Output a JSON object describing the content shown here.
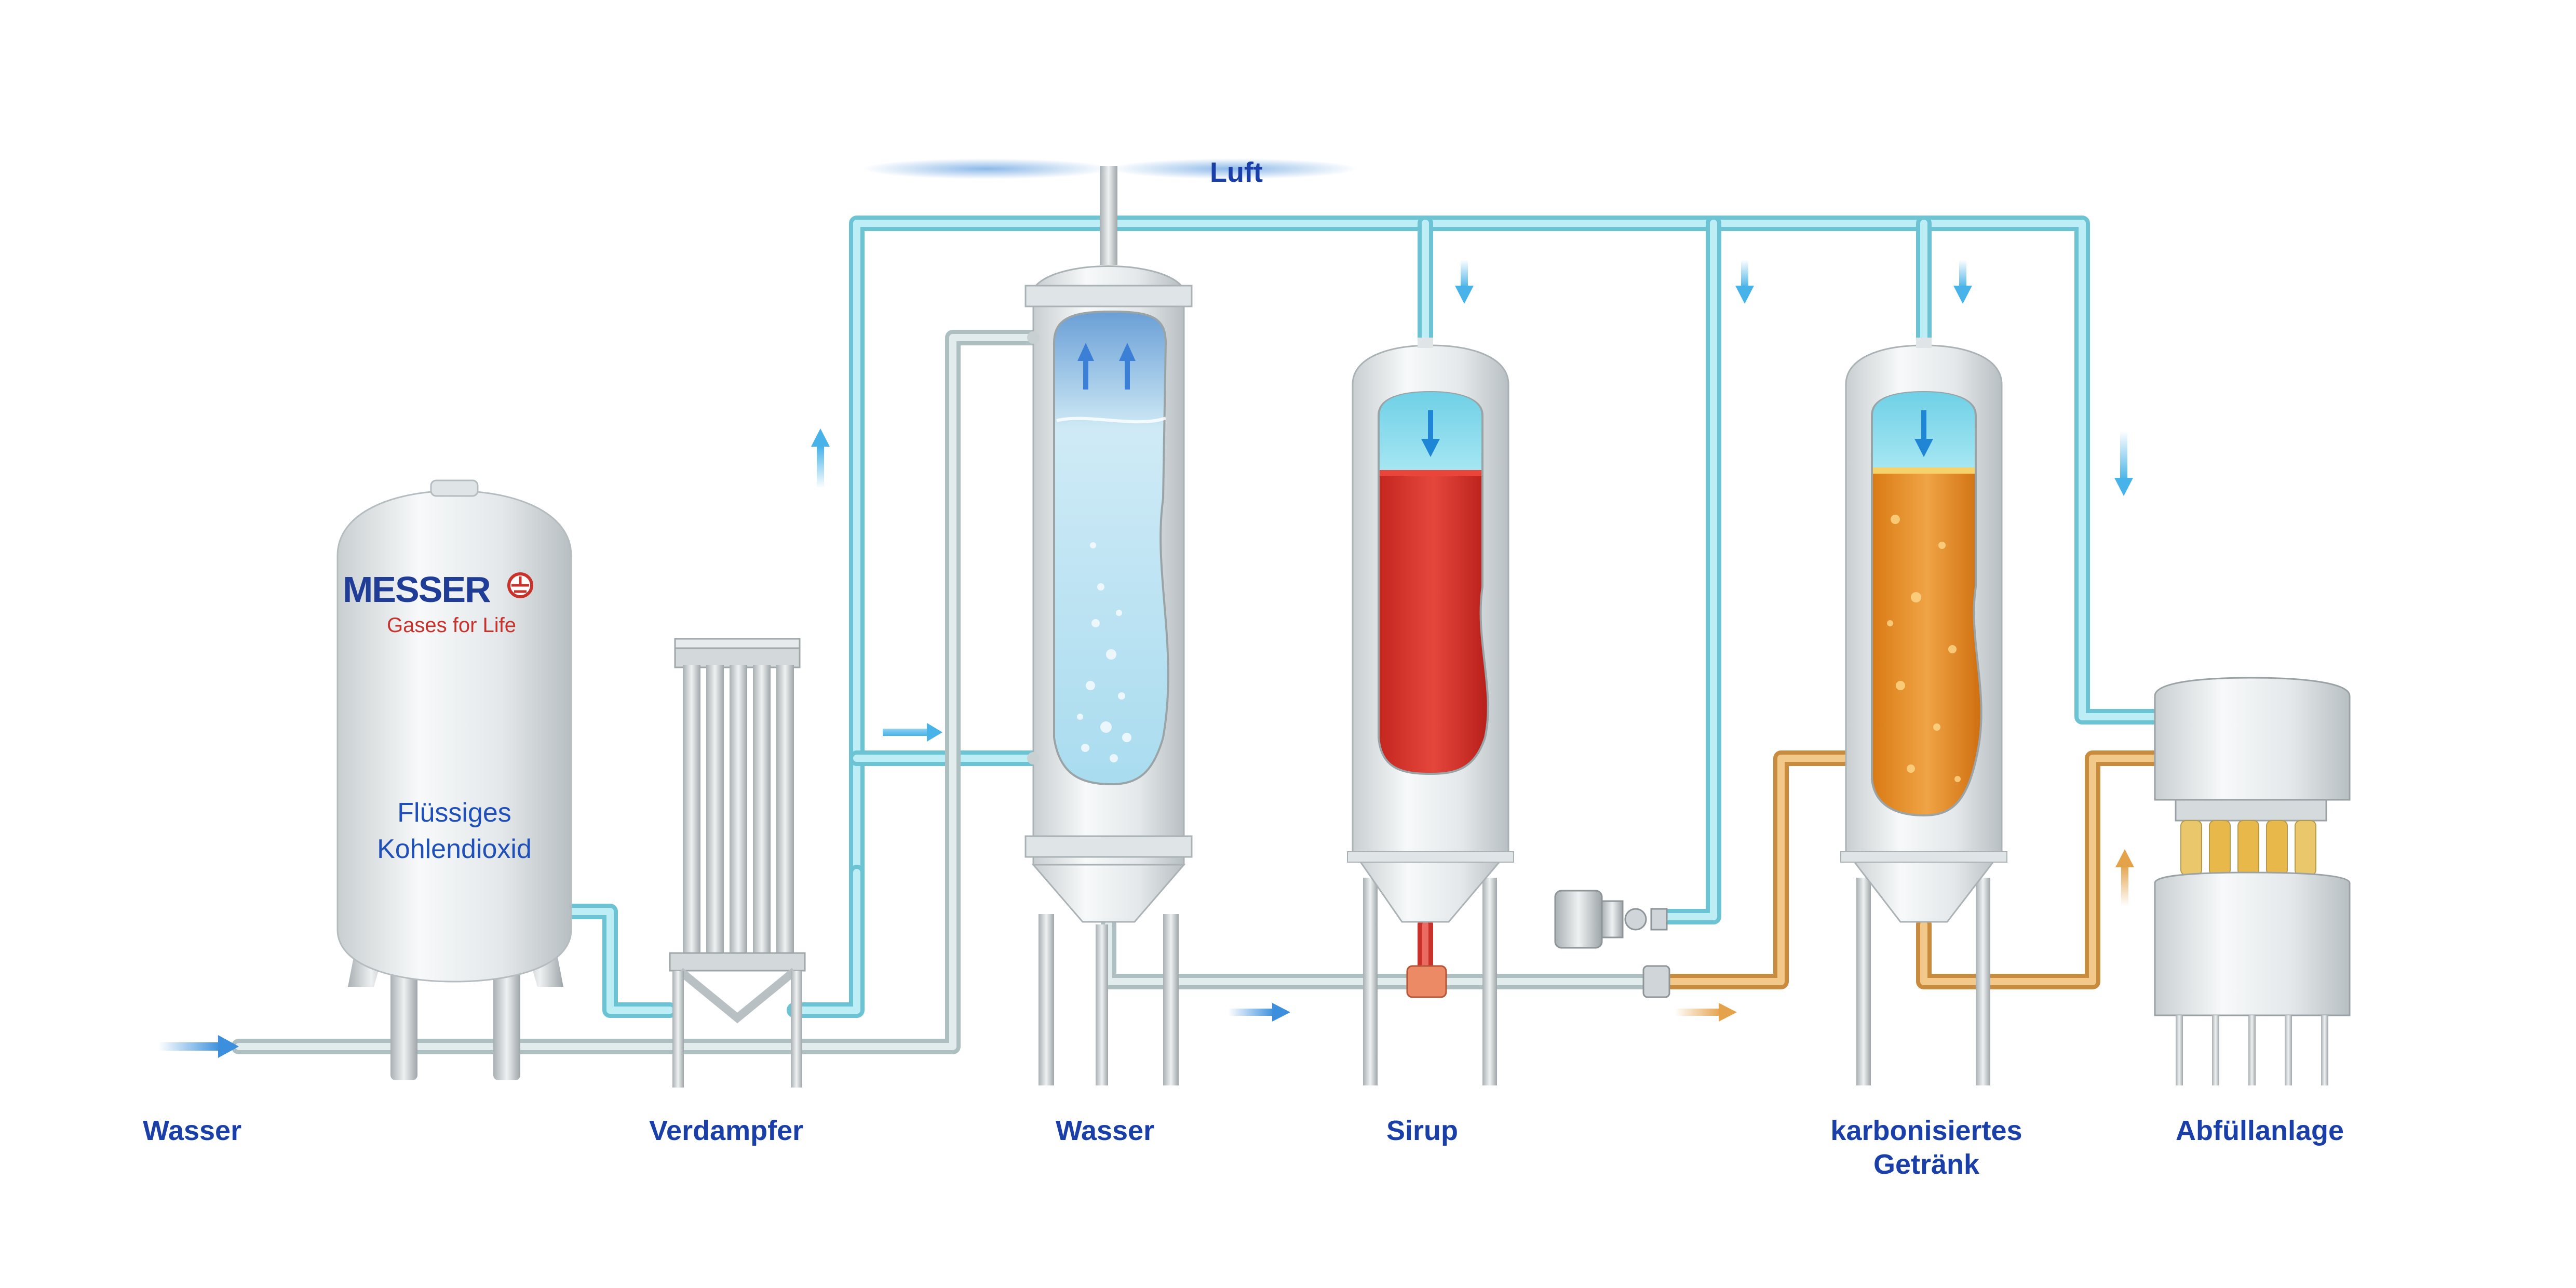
{
  "colors": {
    "label": "#1a3fa8",
    "brand_blue": "#1f3d96",
    "brand_red": "#c8322b",
    "air_pipe": "#8fd6e2",
    "co2_pipe": "#b9eaf1",
    "water_pipe": "#cfe1e3",
    "beverage_pipe": "#e3a85a",
    "arrow_blue": "#3b8fdc",
    "arrow_orange": "#e4a24b",
    "syrup": "#d9332c",
    "beverage": "#e58a1f",
    "water": "#bfe6f3"
  },
  "labels": {
    "luft": "Luft",
    "wasser_inlet": "Wasser",
    "verdampfer": "Verdampfer",
    "wasser_tank": "Wasser",
    "sirup": "Sirup",
    "getraenk": "karbonisiertes\nGetränk",
    "abfuellanlage": "Abfüllanlage"
  },
  "co2_tank": {
    "brand": "MESSER",
    "slogan": "Gases for Life",
    "content_label": "Flüssiges\nKohlendioxid"
  }
}
